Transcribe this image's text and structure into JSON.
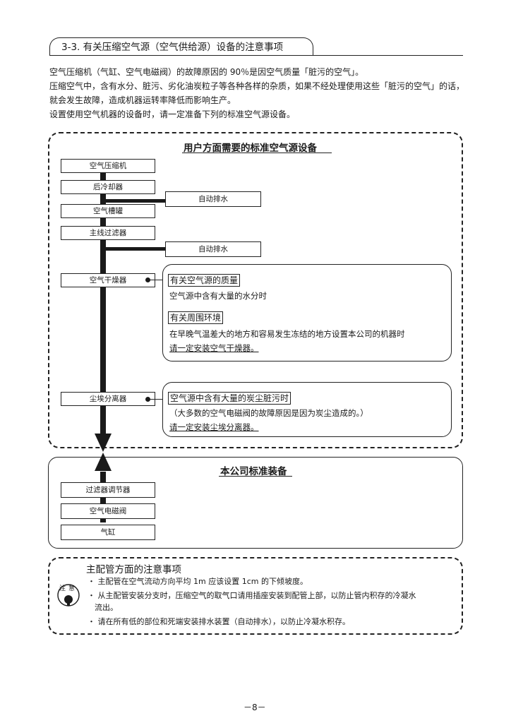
{
  "header": {
    "section_title": "3-3. 有关压缩空气源（空气供给源）设备的注意事项"
  },
  "intro": {
    "line1": "空气压缩机（气缸、空气电磁阀）的故障原因的 90％是因空气质量「脏污的空气」。",
    "line2": "压缩空气中，含有水分、脏污、劣化油炭粒子等各种各样的杂质，如果不经处理使用这些「脏污的空气」的话，",
    "line3": "就会发生故障，造成机器运转率降低而影响生产。",
    "line4": "设置使用空气机器的设备时，请一定准备下列的标准空气源设备。"
  },
  "user_side": {
    "title": "用户方面需要的标准空气源设备",
    "equipment": {
      "compressor": "空气压缩机",
      "aftercooler": "后冷却器",
      "air_tank": "空气槽罐",
      "main_filter": "主线过滤器",
      "air_dryer": "空气干燥器",
      "dust_separator": "尘埃分离器"
    },
    "drain1": "自动排水",
    "drain2": "自动排水",
    "dryer_note": {
      "quality_label": "有关空气源的质量",
      "quality_text": "空气源中含有大量的水分时",
      "env_label": "有关周围环境",
      "env_text": "在早晚气温差大的地方和容易发生冻结的地方设置本公司的机器时",
      "action": "请一定安装空气干燥器。"
    },
    "dust_note": {
      "label": "空气源中含有大量的炭尘脏污时",
      "text": "（大多数的空气电磁阀的故障原因是因为炭尘造成的。）",
      "action": "请一定安装尘埃分离器。"
    }
  },
  "company_standard": {
    "title": "本公司标准装备",
    "items": [
      "过滤器调节器",
      "空气电磁阀",
      "气缸"
    ]
  },
  "piping_notes": {
    "title": "主配管方面的注意事项",
    "caution_icon_label": "注意",
    "items": [
      "・ 主配管在空气流动方向平均 1m 应该设置 1cm 的下倾坡度。",
      "・ 从主配管安装分支时，压缩空气的取气口请用插座安装到配管上部，以防止管内积存的冷凝水",
      "流出。",
      "・ 请在所有低的部位和死端安装排水装置（自动排水），以防止冷凝水积存。"
    ]
  },
  "footer": {
    "page_number": "－8－"
  },
  "colors": {
    "ink": "#1a1a1a",
    "paper": "#ffffff"
  }
}
